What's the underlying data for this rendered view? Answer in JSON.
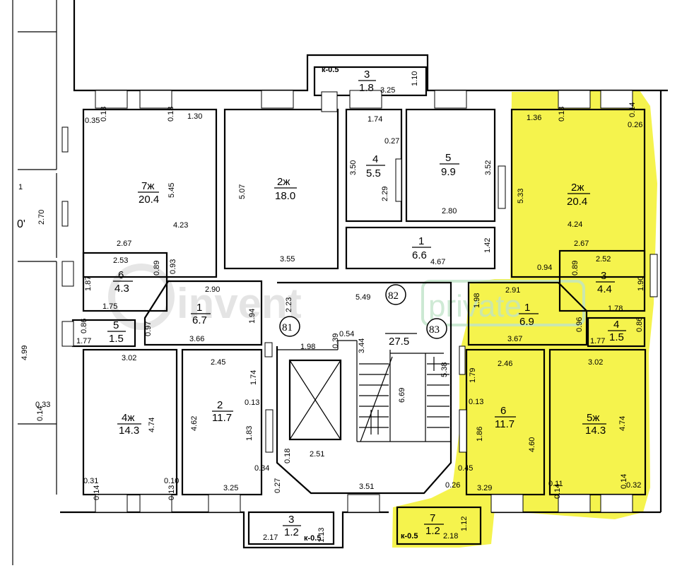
{
  "rooms": [
    {
      "id": "r7zh",
      "num": "7ж",
      "area": "20.4"
    },
    {
      "id": "r2zh_l",
      "num": "2ж",
      "area": "18.0"
    },
    {
      "id": "r4_top",
      "num": "4",
      "area": "5.5"
    },
    {
      "id": "r5_top",
      "num": "5",
      "area": "9.9"
    },
    {
      "id": "r2zh_r",
      "num": "2ж",
      "area": "20.4"
    },
    {
      "id": "r1_mid",
      "num": "1",
      "area": "6.6"
    },
    {
      "id": "r3_bal",
      "num": "3",
      "area": "1.8"
    },
    {
      "id": "r6_l",
      "num": "6",
      "area": "4.3"
    },
    {
      "id": "r1_l",
      "num": "1",
      "area": "6.7"
    },
    {
      "id": "r5_l",
      "num": "5",
      "area": "1.5"
    },
    {
      "id": "r3_r",
      "num": "3",
      "area": "4.4"
    },
    {
      "id": "r1_r",
      "num": "1",
      "area": "6.9"
    },
    {
      "id": "r4_r",
      "num": "4",
      "area": "1.5"
    },
    {
      "id": "r4zh",
      "num": "4ж",
      "area": "14.3"
    },
    {
      "id": "r2_l",
      "num": "2",
      "area": "11.7"
    },
    {
      "id": "r6_r",
      "num": "6",
      "area": "11.7"
    },
    {
      "id": "r5zh",
      "num": "5ж",
      "area": "14.3"
    },
    {
      "id": "r3_bot",
      "num": "3",
      "area": "1.2"
    },
    {
      "id": "r7_bot",
      "num": "7",
      "area": "1.2"
    },
    {
      "id": "stair",
      "num": "",
      "area": "27.5"
    }
  ],
  "apartments": [
    "81",
    "82",
    "83"
  ],
  "balcony_marks": {
    "top": "к-0.5",
    "bottom_l": "к-0.5",
    "bottom_r": "к-0.5"
  },
  "dimensions": [
    "0.35",
    "0.13",
    "0.13",
    "1.30",
    "5.45",
    "4.23",
    "2.67",
    "2.53",
    "0.89",
    "0.93",
    "1.87",
    "1.75",
    "2.90",
    "1.94",
    "3.66",
    "0.86",
    "1.77",
    "0.97",
    "3.02",
    "4.74",
    "0.31",
    "0.14",
    "0.10",
    "0.13",
    "2.45",
    "1.74",
    "0.13",
    "4.62",
    "1.83",
    "0.34",
    "3.25",
    "0.27",
    "0.18",
    "2.51",
    "5.07",
    "3.55",
    "2.23",
    "5.49",
    "1.98",
    "0.39",
    "0.54",
    "3.44",
    "6.69",
    "5.38",
    "3.51",
    "1.74",
    "0.27",
    "3.50",
    "2.29",
    "3.52",
    "2.80",
    "1.42",
    "4.67",
    "1.10",
    "3.25",
    "1.36",
    "0.13",
    "0.14",
    "0.26",
    "5.33",
    "4.24",
    "2.67",
    "0.94",
    "2.52",
    "0.89",
    "1.90",
    "2.91",
    "1.78",
    "1.98",
    "0.96",
    "0.86",
    "1.77",
    "3.67",
    "2.46",
    "1.79",
    "0.13",
    "1.86",
    "4.60",
    "0.45",
    "0.26",
    "3.29",
    "3.02",
    "4.74",
    "0.11",
    "0.14",
    "0.14",
    "0.32",
    "1.13",
    "2.17",
    "1.12",
    "2.18",
    "2.70",
    "4.99",
    "0.33",
    "0.14",
    "1",
    "0'"
  ],
  "watermark": {
    "left": "invent",
    "right": "private"
  },
  "colors": {
    "highlight": "#f4f23a",
    "line": "#000000",
    "watermark_green": "#bfe3c8"
  }
}
